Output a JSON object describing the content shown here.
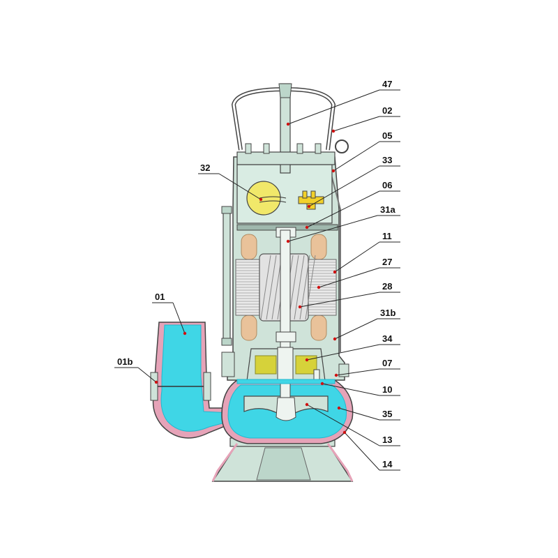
{
  "colors": {
    "body": "#cfe3d9",
    "body_stroke": "#444444",
    "water": "#3fd6e6",
    "water_dark": "#20b8cf",
    "wall_pink": "#e6a3b8",
    "copper": "#e9c29a",
    "laminations": "#eaeaea",
    "lamination_line": "#9a9a9a",
    "rotor": "#e2e2e2",
    "oil": "#d6d23a",
    "capacitor": "#f1e86a",
    "terminal": "#f2d12a",
    "leader": "#222222",
    "dot": "#d01010"
  },
  "labels": [
    {
      "id": "47",
      "text": "47"
    },
    {
      "id": "02",
      "text": "02"
    },
    {
      "id": "05",
      "text": "05"
    },
    {
      "id": "33",
      "text": "33"
    },
    {
      "id": "06",
      "text": "06"
    },
    {
      "id": "31a",
      "text": "31a"
    },
    {
      "id": "11",
      "text": "11"
    },
    {
      "id": "27",
      "text": "27"
    },
    {
      "id": "28",
      "text": "28"
    },
    {
      "id": "31b",
      "text": "31b"
    },
    {
      "id": "34",
      "text": "34"
    },
    {
      "id": "07",
      "text": "07"
    },
    {
      "id": "10",
      "text": "10"
    },
    {
      "id": "35",
      "text": "35"
    },
    {
      "id": "13",
      "text": "13"
    },
    {
      "id": "14",
      "text": "14"
    },
    {
      "id": "32",
      "text": "32"
    },
    {
      "id": "01",
      "text": "01"
    },
    {
      "id": "01b",
      "text": "01b"
    }
  ]
}
